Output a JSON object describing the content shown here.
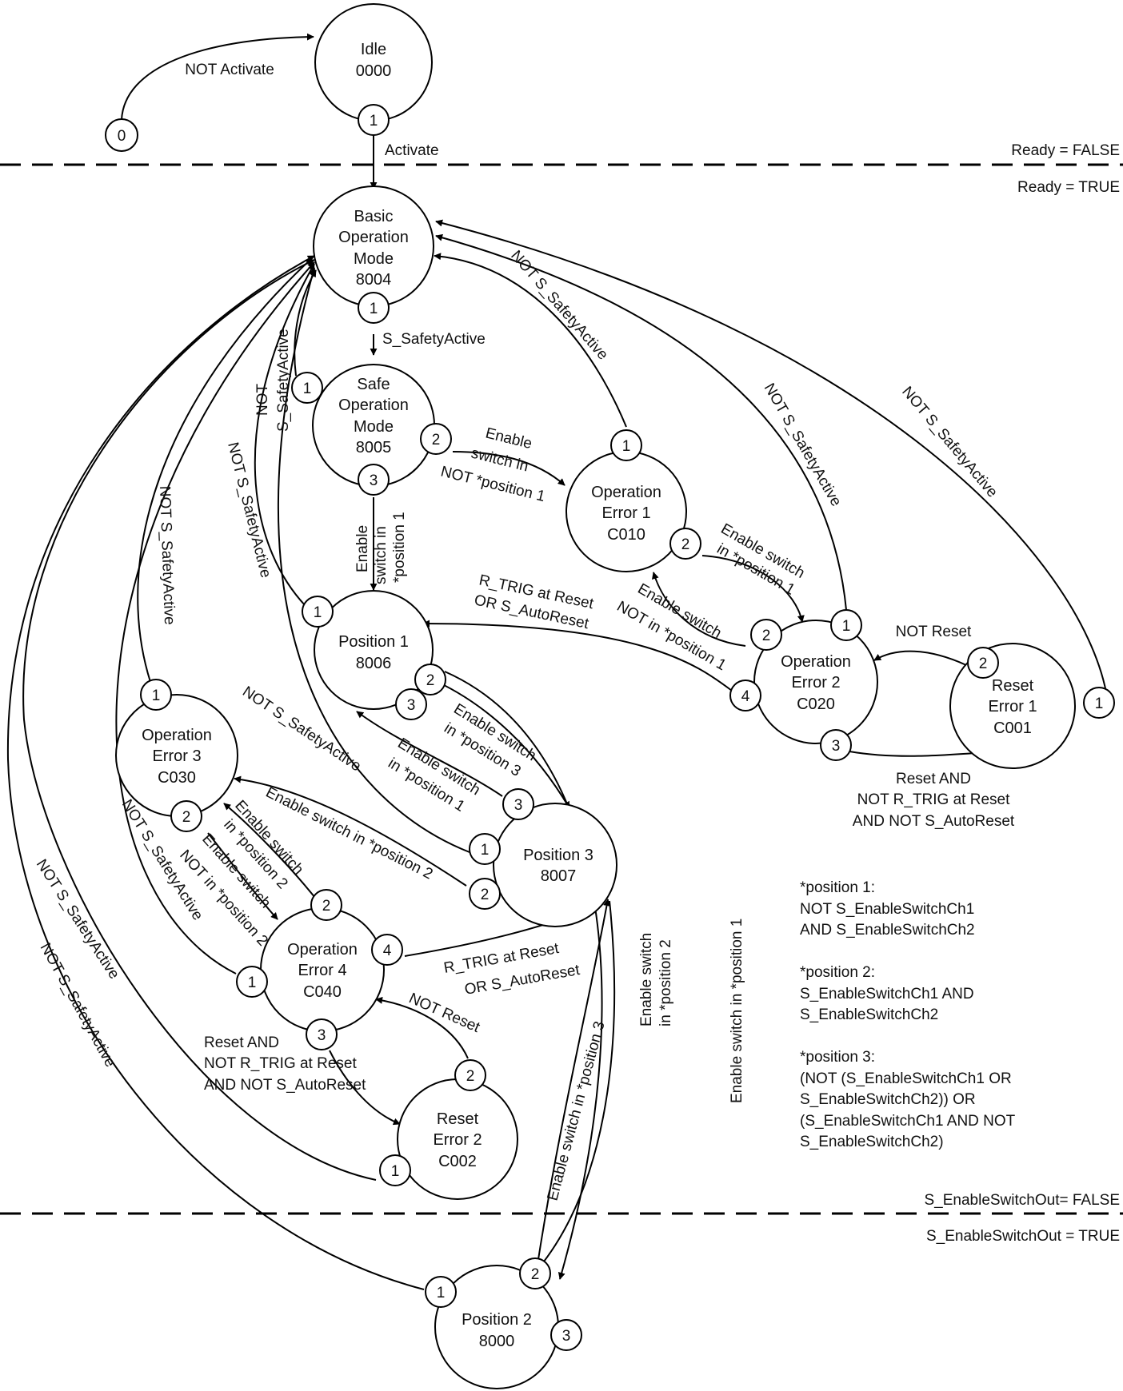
{
  "states": {
    "idle": [
      "Idle",
      "0000"
    ],
    "basic": [
      "Basic",
      "Operation",
      "Mode",
      "8004"
    ],
    "safe": [
      "Safe",
      "Operation",
      "Mode",
      "8005"
    ],
    "pos1": [
      "Position 1",
      "8006"
    ],
    "err1": [
      "Operation",
      "Error 1",
      "C010"
    ],
    "err2": [
      "Operation",
      "Error 2",
      "C020"
    ],
    "reset1": [
      "Reset",
      "Error 1",
      "C001"
    ],
    "err3": [
      "Operation",
      "Error 3",
      "C030"
    ],
    "pos3": [
      "Position 3",
      "8007"
    ],
    "err4": [
      "Operation",
      "Error 4",
      "C040"
    ],
    "reset2": [
      "Reset",
      "Error 2",
      "C002"
    ],
    "pos2": [
      "Position 2",
      "8000"
    ]
  },
  "ports": {
    "init": "0",
    "idle": "1",
    "basic": "1",
    "safe": [
      "1",
      "2",
      "3"
    ],
    "err1": [
      "1",
      "2"
    ],
    "pos1": [
      "1",
      "2",
      "3"
    ],
    "err2": [
      "2",
      "1",
      "4",
      "3"
    ],
    "reset1": [
      "2",
      "1"
    ],
    "err3": [
      "1",
      "2"
    ],
    "pos3": [
      "3",
      "1",
      "2"
    ],
    "err4": [
      "2",
      "4",
      "1",
      "3"
    ],
    "reset2": [
      "2",
      "1"
    ],
    "pos2": [
      "2",
      "1",
      "3"
    ]
  },
  "labels": {
    "not_activate": "NOT Activate",
    "activate": "Activate",
    "s_safety_active": "S_SafetyActive",
    "not_s_safety_active": "NOT S_SafetyActive",
    "not": "NOT",
    "s_safety_active_short": "S_SafetyActive",
    "enable_switch": "Enable switch",
    "enable": "Enable",
    "switch_in": "switch in",
    "not_pos1": "NOT *position 1",
    "pos1_ref": "*position 1",
    "in_pos1": "in *position 1",
    "in_pos3": "in *position 3",
    "in_pos2": "in *position 2",
    "not_in_pos1": "NOT in *position 1",
    "not_in_pos2": "NOT in *position 2",
    "r_trig": "R_TRIG at Reset",
    "or_autoreset": "OR S_AutoReset",
    "not_reset": "NOT Reset",
    "reset_and": "Reset  AND",
    "reset_and_2": "Reset AND",
    "not_r_trig": "NOT R_TRIG at Reset",
    "and_not_autoreset": "AND NOT S_AutoReset",
    "enable_switch_in_pos2_long": "Enable switch in *position 2",
    "enable_switch_in_pos3_long": "Enable switch in *position 3",
    "enable_switch_in_pos1_long": "Enable switch in *position 1"
  },
  "boundaries": {
    "ready_false": "Ready = FALSE",
    "ready_true": "Ready = TRUE",
    "enable_out_false": "S_EnableSwitchOut= FALSE",
    "enable_out_true": "S_EnableSwitchOut = TRUE"
  },
  "notes": [
    "*position 1:",
    "NOT S_EnableSwitchCh1",
    "AND S_EnableSwitchCh2",
    "",
    "*position 2:",
    "S_EnableSwitchCh1 AND",
    "S_EnableSwitchCh2",
    "",
    "*position 3:",
    "(NOT (S_EnableSwitchCh1 OR",
    "S_EnableSwitchCh2)) OR",
    "(S_EnableSwitchCh1 AND NOT",
    "S_EnableSwitchCh2)"
  ]
}
